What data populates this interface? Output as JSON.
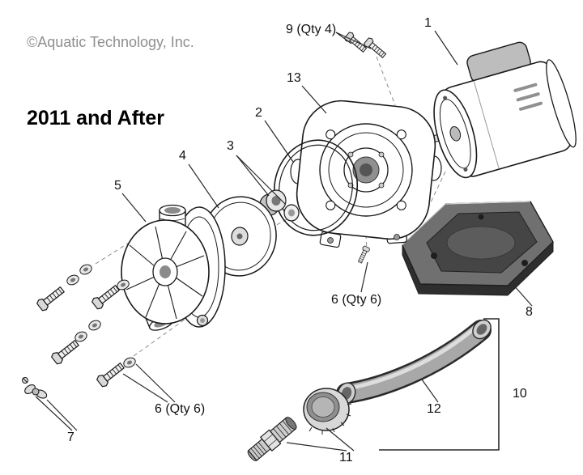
{
  "page": {
    "watermark": "©Aquatic Technology, Inc.",
    "title": "2011 and After",
    "background_color": "#ffffff",
    "line_color": "#1a1a1a",
    "shade_color": "#c8c8c8",
    "base_color": "#707070",
    "hose_color": "#a8a8a8"
  },
  "labels": {
    "p1": "1",
    "p2": "2",
    "p3": "3",
    "p4": "4",
    "p5": "5",
    "p6_center": "6 (Qty 6)",
    "p6_lower": "6 (Qty 6)",
    "p7": "7",
    "p8": "8",
    "p9": "9 (Qty 4)",
    "p10": "10",
    "p11": "11",
    "p12": "12",
    "p13": "13"
  }
}
